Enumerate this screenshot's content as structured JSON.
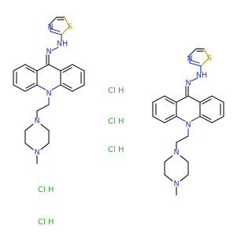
{
  "colors": {
    "bond": "#1a1a1a",
    "nitrogen": "#2233cc",
    "sulfur": "#b59a00",
    "chlorine": "#33aa33"
  },
  "atoms": {
    "N": "N",
    "S": "S",
    "H": "H",
    "NH": "NH"
  },
  "salts": [
    {
      "label": "Cl H"
    },
    {
      "label": "Cl H"
    },
    {
      "label": "Cl H"
    },
    {
      "label": "Cl H"
    },
    {
      "label": "Cl H"
    }
  ]
}
